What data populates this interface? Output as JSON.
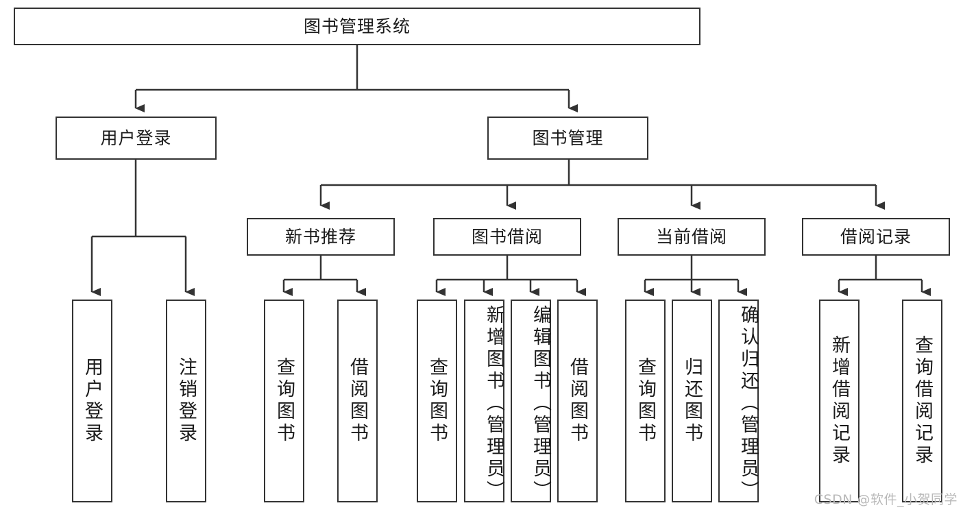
{
  "diagram": {
    "title": "图书管理系统",
    "root": {
      "label": "图书管理系统"
    },
    "level1": [
      {
        "label": "用户登录"
      },
      {
        "label": "图书管理"
      }
    ],
    "level2": [
      {
        "label": "新书推荐"
      },
      {
        "label": "图书借阅"
      },
      {
        "label": "当前借阅"
      },
      {
        "label": "借阅记录"
      }
    ],
    "leaves": {
      "user_login": [
        {
          "label": "用户登录"
        },
        {
          "label": "注销登录"
        }
      ],
      "new_book_recommend": [
        {
          "label": "查询图书"
        },
        {
          "label": "借阅图书"
        }
      ],
      "book_borrow": [
        {
          "label": "查询图书"
        },
        {
          "label": "新增图书（管理员）"
        },
        {
          "label": "编辑图书（管理员）"
        },
        {
          "label": "借阅图书"
        }
      ],
      "current_borrow": [
        {
          "label": "查询图书"
        },
        {
          "label": "归还图书"
        },
        {
          "label": "确认归还（管理员）"
        }
      ],
      "borrow_record": [
        {
          "label": "新增借阅记录"
        },
        {
          "label": "查询借阅记录"
        }
      ]
    }
  },
  "watermark": {
    "text": "CSDN @软件_小贺同学"
  },
  "colors": {
    "stroke": "#333333",
    "background": "#ffffff",
    "text": "#1a1a1a",
    "watermark": "#b9b9b9"
  }
}
